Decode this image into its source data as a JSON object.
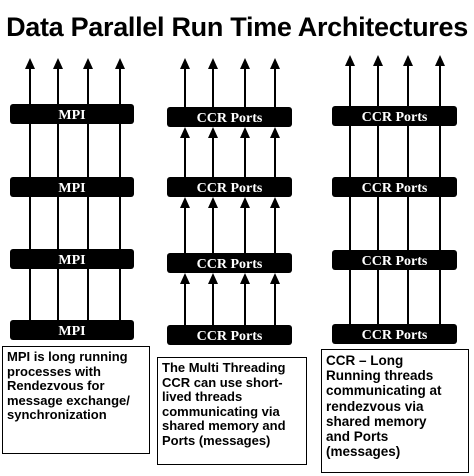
{
  "title": "Data Parallel Run Time Architectures",
  "columns": [
    {
      "name": "mpi",
      "arrow_mode": "continuous",
      "bars": [
        "MPI",
        "MPI",
        "MPI",
        "MPI"
      ],
      "caption": "MPI is long running\nprocesses with\nRendezvous  for\nmessage exchange/\nsynchronization"
    },
    {
      "name": "multi-threading-ccr",
      "arrow_mode": "segmented",
      "bars": [
        "CCR Ports",
        "CCR Ports",
        "CCR Ports",
        "CCR Ports"
      ],
      "caption": "The Multi Threading\nCCR can use short-\nlived threads\ncommunicating via\nshared memory and\nPorts (messages)"
    },
    {
      "name": "ccr-long-running",
      "arrow_mode": "continuous",
      "bars": [
        "CCR Ports",
        "CCR Ports",
        "CCR Ports",
        "CCR Ports"
      ],
      "caption": "CCR – Long\nRunning threads\ncommunicating at\nrendezvous via\nshared memory\nand Ports\n(messages)"
    }
  ],
  "colors": {
    "bar_fill": "#000000",
    "bar_text": "#ffffff",
    "line": "#000000"
  }
}
